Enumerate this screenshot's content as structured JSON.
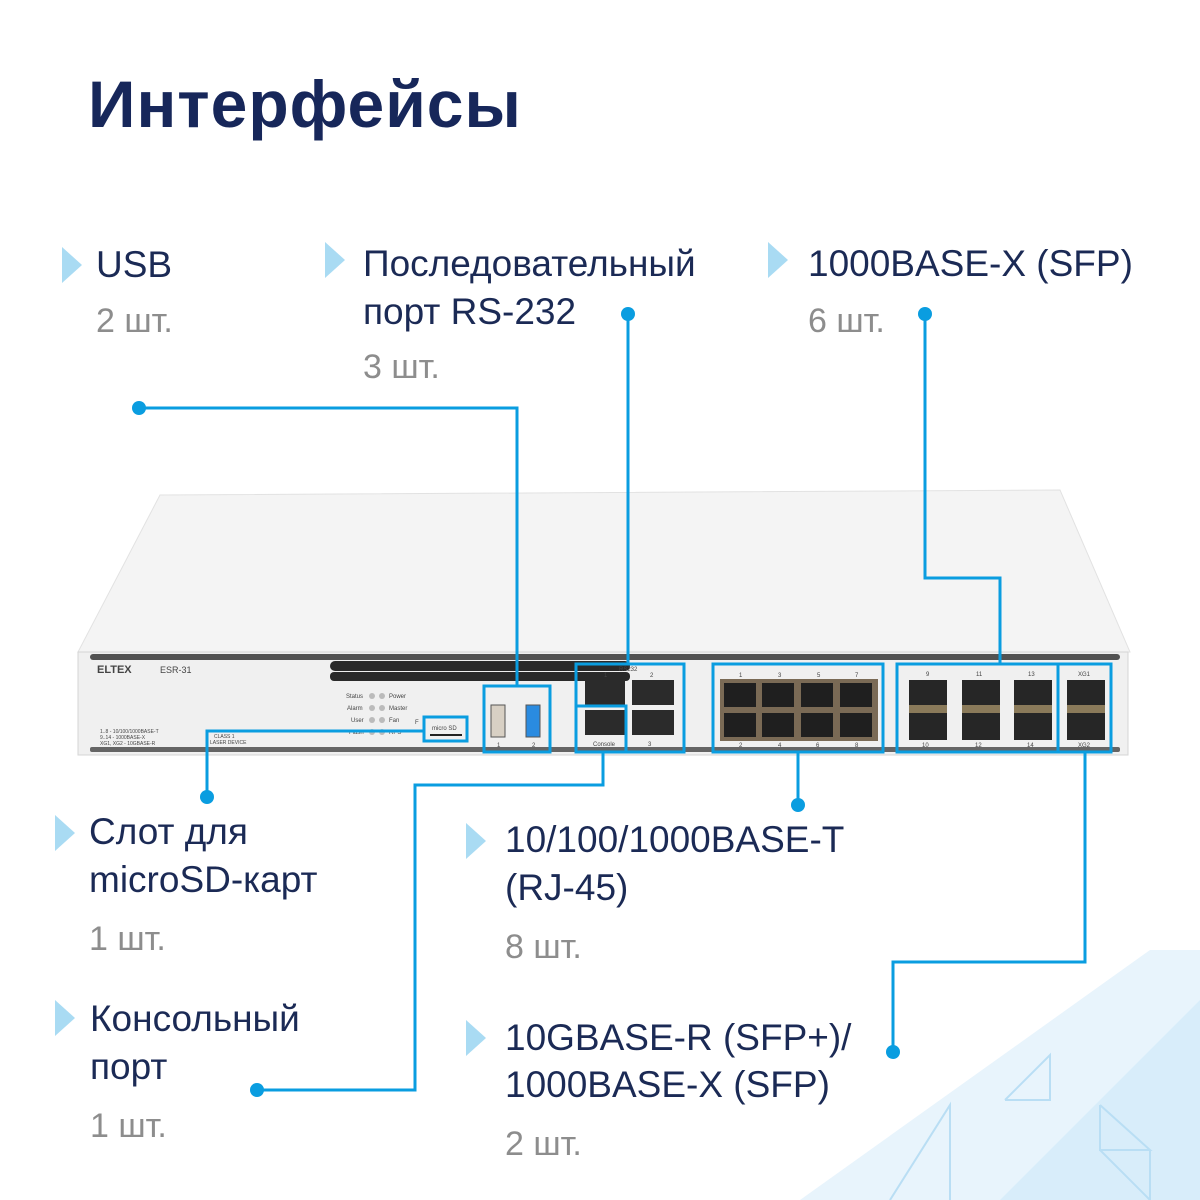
{
  "title": "Интерфейсы",
  "device": {
    "brand": "ELTEX",
    "model": "ESR-31",
    "leds": [
      "Status",
      "Power",
      "Alarm",
      "Master",
      "User",
      "Fan",
      "Flash",
      "RPS"
    ],
    "f_label": "F",
    "legend": [
      "1..8 - 10/100/1000BASE-T",
      "9..14 - 1000BASE-X",
      "XG1, XG2 - 10GBASE-R"
    ],
    "laser": [
      "CLASS 1",
      "LASER DEVICE"
    ],
    "microsd": "micro SD",
    "usb_ports": [
      "1",
      "2"
    ],
    "rs232_label": "RS232",
    "rs232_ports": [
      "1",
      "2",
      "3"
    ],
    "console": "Console",
    "rj45_top": [
      "1",
      "3",
      "5",
      "7"
    ],
    "rj45_bottom": [
      "2",
      "4",
      "6",
      "8"
    ],
    "sfp_top": [
      "9",
      "11",
      "13"
    ],
    "sfp_bottom": [
      "10",
      "12",
      "14"
    ],
    "xg": [
      "XG1",
      "XG2"
    ]
  },
  "callouts": {
    "usb": {
      "label": "USB",
      "count": "2 шт."
    },
    "rs232": {
      "label1": "Последовательный",
      "label2": "порт RS-232",
      "count": "3 шт."
    },
    "sfp": {
      "label": "1000BASE-X (SFP)",
      "count": "6 шт."
    },
    "microsd": {
      "label1": "Слот для",
      "label2": "microSD-карт",
      "count": "1 шт."
    },
    "console": {
      "label1": "Консольный",
      "label2": "порт",
      "count": "1 шт."
    },
    "rj45": {
      "label1": "10/100/1000BASE-T",
      "label2": "(RJ-45)",
      "count": "8 шт."
    },
    "sfpplus": {
      "label1": "10GBASE-R (SFP+)/",
      "label2": "1000BASE-X (SFP)",
      "count": "2 шт."
    }
  },
  "colors": {
    "accent": "#0a9de0",
    "title": "#17275a",
    "triangle": "#a9dbf3"
  }
}
